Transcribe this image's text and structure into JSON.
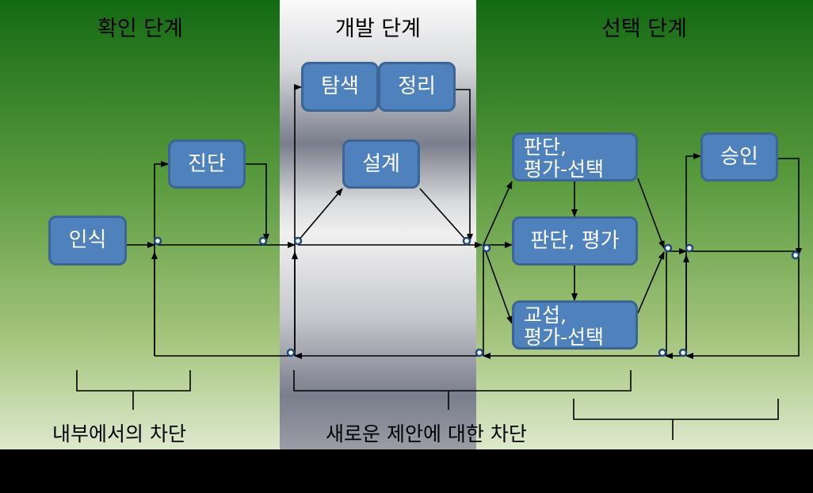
{
  "phases": {
    "identification": "확인 단계",
    "development": "개발 단계",
    "selection": "선택 단계"
  },
  "boxes": {
    "recognition": "인식",
    "diagnosis": "진단",
    "search": "탐색",
    "arrange": "정리",
    "design": "설계",
    "judge_select_1": "판단,",
    "judge_select_2": "평가-선택",
    "judge_eval": "판단, 평가",
    "negotiate_1": "교섭,",
    "negotiate_2": "평가-선택",
    "approval": "승인"
  },
  "labels": {
    "internal_block": "내부에서의 차단",
    "proposal_block": "새로운 제안에 대한 차단"
  },
  "colors": {
    "box": "#4f81bd",
    "green": "#146a14"
  }
}
